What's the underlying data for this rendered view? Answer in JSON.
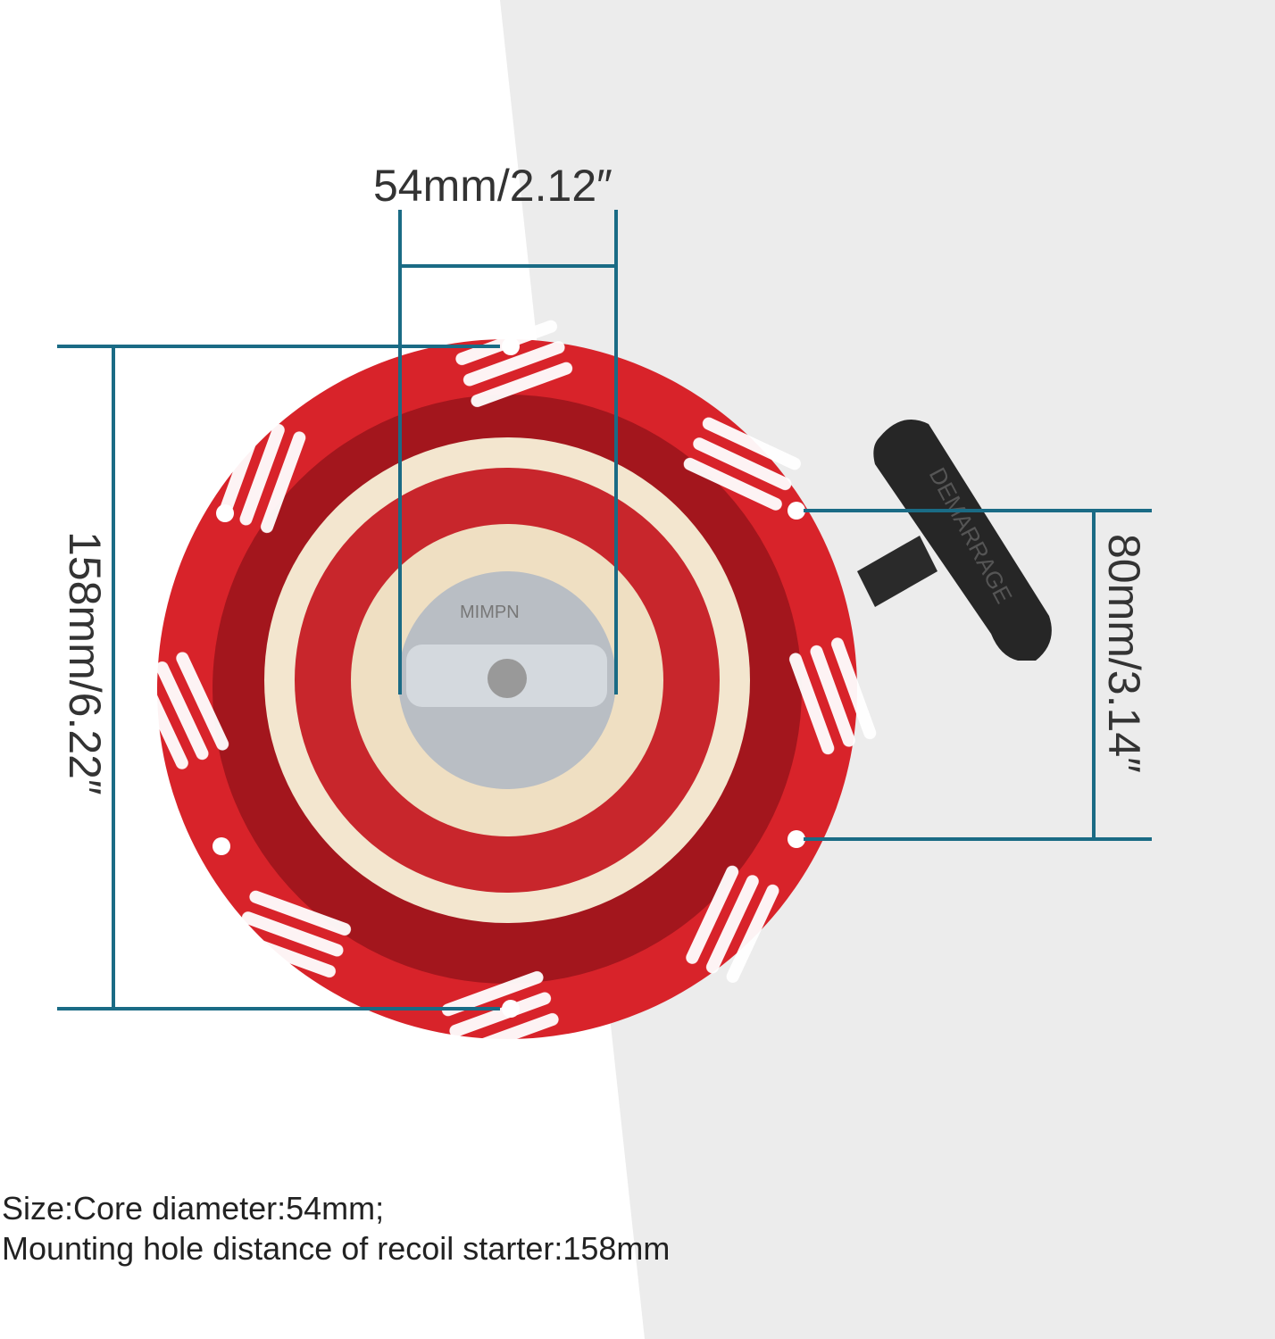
{
  "dimensions": {
    "core_diameter": "54mm/2.12″",
    "mounting_hole_distance": "158mm/6.22″",
    "handle_hole_distance": "80mm/3.14″"
  },
  "product_markings": {
    "plate_text": "MIMPN",
    "handle_text": "DEMARRAGE"
  },
  "caption": {
    "line1": "Size:Core diameter:54mm;",
    "line2": "Mounting hole distance of recoil starter:158mm"
  },
  "colors": {
    "dimension_line": "#1a6b85",
    "housing_red": "#d8232a",
    "pulley_cream": "#f3e6cf",
    "handle_black": "#222222",
    "background_gray": "#ececec"
  }
}
